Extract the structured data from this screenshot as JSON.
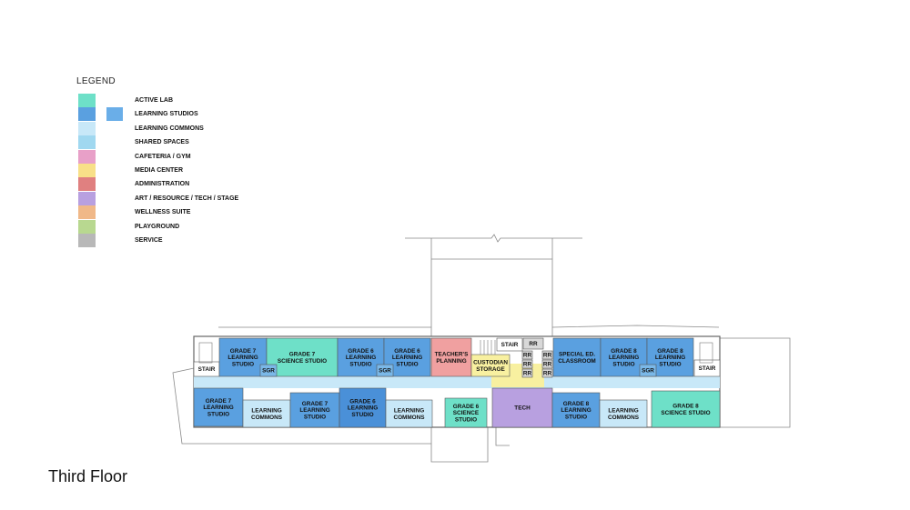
{
  "legend": {
    "title": "LEGEND",
    "items": [
      {
        "label": "ACTIVE LAB",
        "color": "#6ee0c8"
      },
      {
        "label": "LEARNING STUDIOS",
        "color": "#5aa0e0"
      },
      {
        "label": "LEARNING COMMONS",
        "color": "#c8e8f8"
      },
      {
        "label": "SHARED SPACES",
        "color": "#a0d8f0"
      },
      {
        "label": "CAFETERIA / GYM",
        "color": "#e8a0c8"
      },
      {
        "label": "MEDIA CENTER",
        "color": "#f8e088"
      },
      {
        "label": "ADMINISTRATION",
        "color": "#e08080"
      },
      {
        "label": "ART / RESOURCE / TECH / STAGE",
        "color": "#b8a0e0"
      },
      {
        "label": "WELLNESS SUITE",
        "color": "#f0b888"
      },
      {
        "label": "PLAYGROUND",
        "color": "#b8d890"
      },
      {
        "label": "SERVICE",
        "color": "#b8b8b8"
      }
    ],
    "extra_swatch_color": "#6aaee8"
  },
  "floor_title": "Third Floor",
  "rooms": [
    {
      "id": "stair-west",
      "lines": [
        "STAIR"
      ],
      "color": "#ffffff"
    },
    {
      "id": "g7-ls-a",
      "lines": [
        "GRADE 7",
        "LEARNING",
        "STUDIO"
      ],
      "color": "#5aa0e0"
    },
    {
      "id": "g7-sci",
      "lines": [
        "GRADE 7",
        "SCIENCE STUDIO"
      ],
      "color": "#6ee0c8"
    },
    {
      "id": "g6-ls-a",
      "lines": [
        "GRADE 6",
        "LEARNING",
        "STUDIO"
      ],
      "color": "#5aa0e0"
    },
    {
      "id": "g6-ls-b",
      "lines": [
        "GRADE 6",
        "LEARNING",
        "STUDIO"
      ],
      "color": "#5aa0e0"
    },
    {
      "id": "teachers-planning",
      "lines": [
        "TEACHER'S",
        "PLANNING"
      ],
      "color": "#f0a0a0"
    },
    {
      "id": "stair-center",
      "lines": [
        "STAIR"
      ],
      "color": "#ffffff"
    },
    {
      "id": "rr-top",
      "lines": [
        "RR"
      ],
      "color": "#d8d8d8"
    },
    {
      "id": "custodian",
      "lines": [
        "CUSTODIAN",
        "STORAGE"
      ],
      "color": "#f8f0a0"
    },
    {
      "id": "rr-1",
      "lines": [
        "RR"
      ],
      "color": "#d8d8d8"
    },
    {
      "id": "rr-2",
      "lines": [
        "RR"
      ],
      "color": "#d8d8d8"
    },
    {
      "id": "rr-3",
      "lines": [
        "RR"
      ],
      "color": "#d8d8d8"
    },
    {
      "id": "rr-4",
      "lines": [
        "RR"
      ],
      "color": "#d8d8d8"
    },
    {
      "id": "rr-5",
      "lines": [
        "RR"
      ],
      "color": "#d8d8d8"
    },
    {
      "id": "rr-6",
      "lines": [
        "RR"
      ],
      "color": "#d8d8d8"
    },
    {
      "id": "special-ed",
      "lines": [
        "SPECIAL ED.",
        "CLASSROOM"
      ],
      "color": "#5aa0e0"
    },
    {
      "id": "g8-ls-a",
      "lines": [
        "GRADE 8",
        "LEARNING",
        "STUDIO"
      ],
      "color": "#5aa0e0"
    },
    {
      "id": "g8-ls-b",
      "lines": [
        "GRADE 8",
        "LEARNING",
        "STUDIO"
      ],
      "color": "#5aa0e0"
    },
    {
      "id": "stair-east",
      "lines": [
        "STAIR"
      ],
      "color": "#ffffff"
    },
    {
      "id": "sgr-1",
      "lines": [
        "SGR"
      ],
      "color": "#7ab8e8"
    },
    {
      "id": "sgr-2",
      "lines": [
        "SGR"
      ],
      "color": "#7ab8e8"
    },
    {
      "id": "sgr-3",
      "lines": [
        "SGR"
      ],
      "color": "#7ab8e8"
    },
    {
      "id": "g7-ls-b",
      "lines": [
        "GRADE 7",
        "LEARNING",
        "STUDIO"
      ],
      "color": "#5aa0e0"
    },
    {
      "id": "lc-1",
      "lines": [
        "LEARNING",
        "COMMONS"
      ],
      "color": "#c8e8f8"
    },
    {
      "id": "g7-ls-c",
      "lines": [
        "GRADE 7",
        "LEARNING",
        "STUDIO"
      ],
      "color": "#5aa0e0"
    },
    {
      "id": "g6-ls-c",
      "lines": [
        "GRADE 6",
        "LEARNING",
        "STUDIO"
      ],
      "color": "#4a90d8"
    },
    {
      "id": "lc-2",
      "lines": [
        "LEARNING",
        "COMMONS"
      ],
      "color": "#c8e8f8"
    },
    {
      "id": "g6-sci",
      "lines": [
        "GRADE 6",
        "SCIENCE",
        "STUDIO"
      ],
      "color": "#6ee0c8"
    },
    {
      "id": "tech",
      "lines": [
        "TECH"
      ],
      "color": "#b8a0e0"
    },
    {
      "id": "g8-ls-c",
      "lines": [
        "GRADE 8",
        "LEARNING",
        "STUDIO"
      ],
      "color": "#5aa0e0"
    },
    {
      "id": "lc-3",
      "lines": [
        "LEARNING",
        "COMMONS"
      ],
      "color": "#c8e8f8"
    },
    {
      "id": "g8-sci",
      "lines": [
        "GRADE 8",
        "SCIENCE STUDIO"
      ],
      "color": "#6ee0c8"
    }
  ]
}
